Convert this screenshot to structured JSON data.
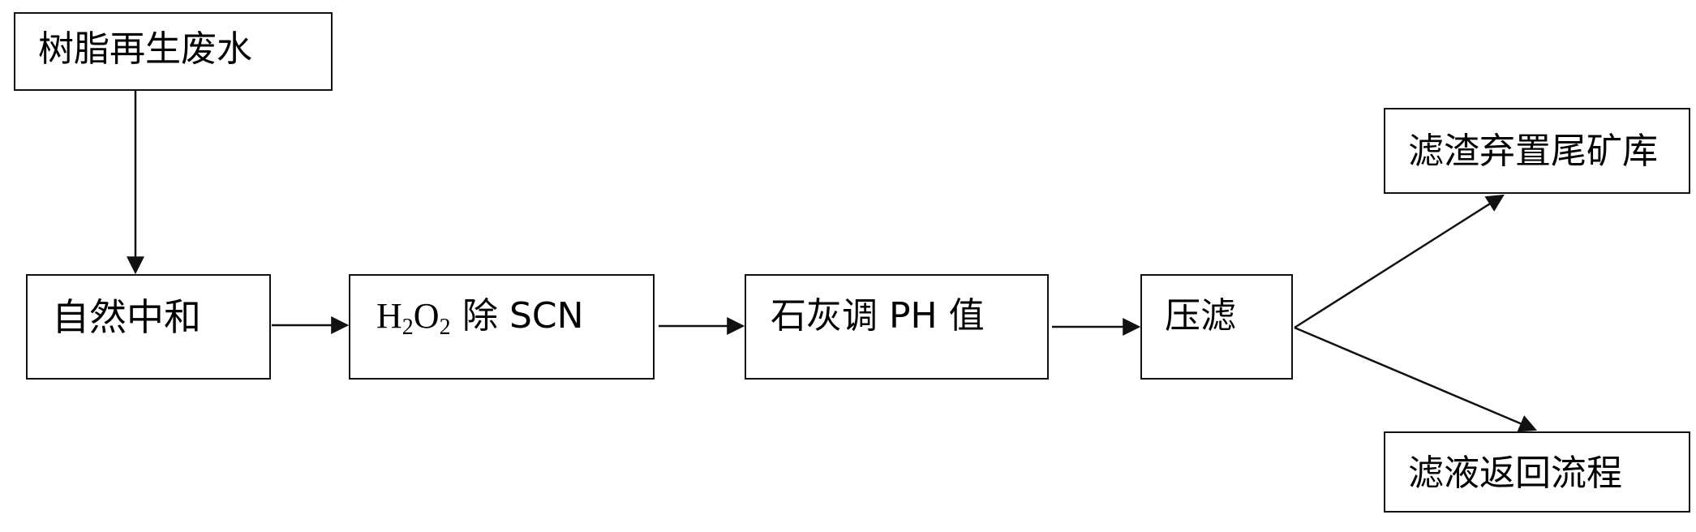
{
  "nodes": {
    "source": {
      "label": "树脂再生废水"
    },
    "neutralize": {
      "label": "自然中和"
    },
    "h2o2": {
      "h": "H",
      "h_sub": "2",
      "o": "O",
      "o_sub": "2",
      "label": "除 SCN"
    },
    "lime": {
      "label": "石灰调 PH 值"
    },
    "filter": {
      "label": "压滤"
    },
    "residue": {
      "label": "滤渣弃置尾矿库"
    },
    "filtrate": {
      "label": "滤液返回流程"
    }
  },
  "colors": {
    "line": "#111111",
    "background": "#ffffff"
  }
}
